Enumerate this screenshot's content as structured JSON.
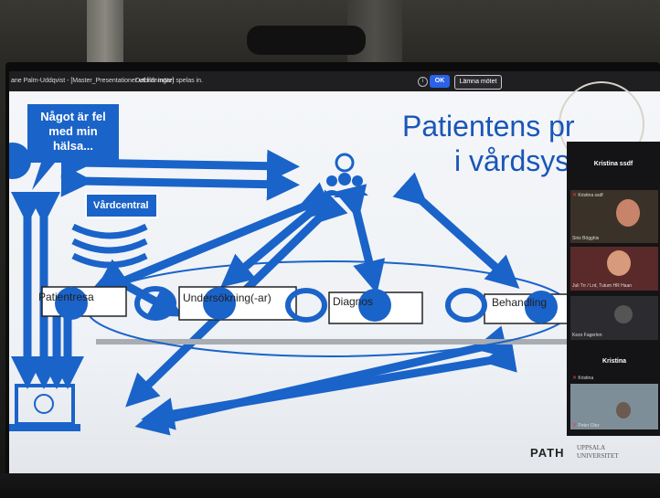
{
  "meeting_bar": {
    "window_title": "ane Palm-Uddqvist - [Master_Presentationer utbildningar]",
    "banner_text": "Det här mötet spelas in.",
    "ok_label": "OK",
    "leave_label": "Lämna mötet"
  },
  "slide": {
    "title_line1": "Patientens pr",
    "title_line2": "i vårdsyst",
    "speech_bubble": "Något är fel med min hälsa...",
    "vardcentral_label": "Vårdcentral",
    "steps": [
      "Patientresa",
      "Undersökning(-ar)",
      "Diagnos",
      "Behandling"
    ],
    "logo_path": "PATH",
    "logo_uu_line1": "UPPSALA",
    "logo_uu_line2": "UNIVERSITET"
  },
  "participants_panel": {
    "header": "Kristina ssdf",
    "tiles": [
      {
        "name": "Kristina ssdf",
        "muted": true
      },
      {
        "name": "Siriz Bögghis",
        "muted": false
      },
      {
        "name": "Juli Trr / Lrd, Tutum HR Haan",
        "muted": false
      },
      {
        "name": "Kezo Fagerlen",
        "muted": false
      },
      {
        "name": "Kristina",
        "muted": true
      },
      {
        "name": "Peter Olsz",
        "muted": true
      }
    ],
    "big_name": "Kristina"
  },
  "colors": {
    "accent_blue": "#1a63c9",
    "title_blue": "#1a56b8",
    "ok_blue": "#2a62e8",
    "mic_red": "#e24141"
  }
}
